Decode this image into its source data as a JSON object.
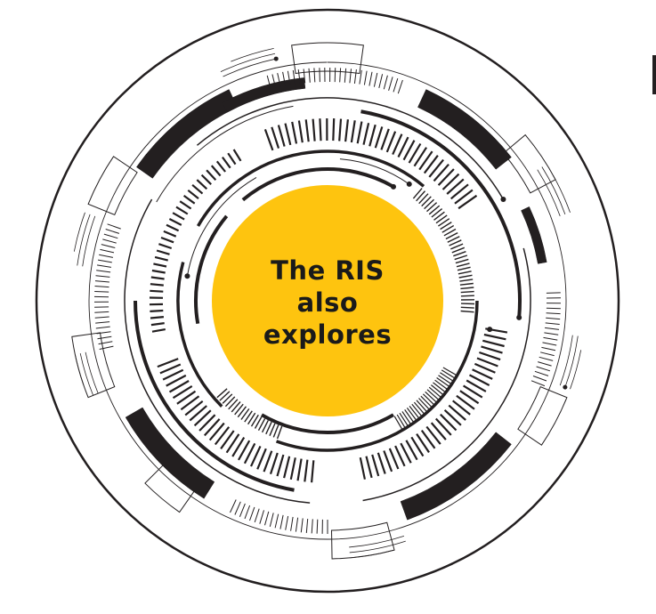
{
  "center": {
    "lines": [
      "The RIS",
      "also",
      "explores"
    ],
    "fill_color": "#fec40f"
  },
  "colors": {
    "ink": "#231f20",
    "paper": "#ffffff"
  }
}
